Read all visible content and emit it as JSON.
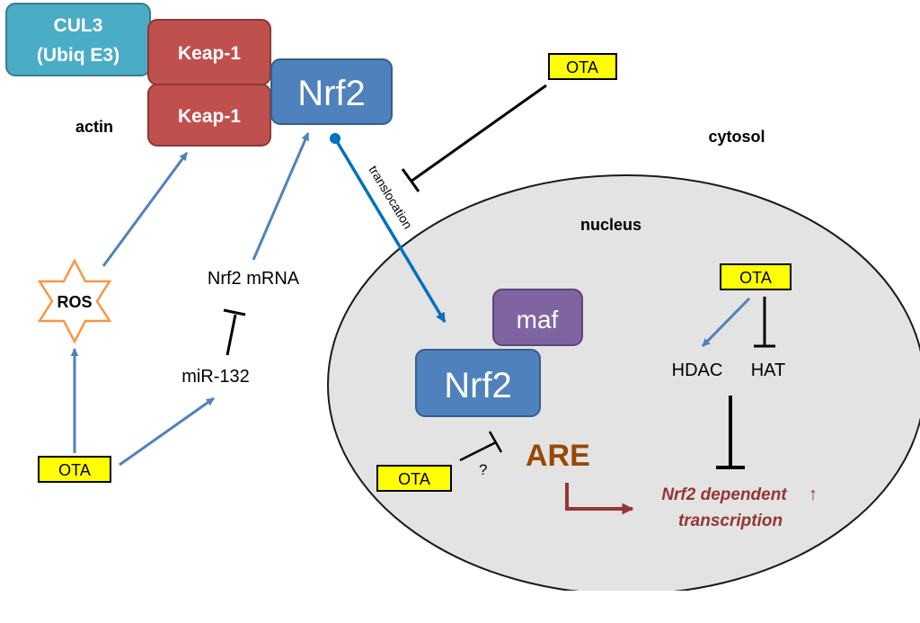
{
  "complexes": {
    "cul3_line1": "CUL3",
    "cul3_line2": "(Ubiq E3)",
    "keap1_top": "Keap-1",
    "keap1_bottom": "Keap-1",
    "nrf2_cytosol": "Nrf2"
  },
  "labels": {
    "actin": "actin",
    "cytosol": "cytosol",
    "nucleus": "nucleus",
    "translocation": "translocation",
    "ros": "ROS",
    "nrf2_mrna": "Nrf2 mRNA",
    "mir132": "miR-132"
  },
  "ota_badges": {
    "top": "OTA",
    "bottom_left": "OTA",
    "nucleus_right": "OTA",
    "nucleus_left": "OTA"
  },
  "nucleus": {
    "maf": "maf",
    "nrf2": "Nrf2",
    "are": "ARE",
    "hdac": "HDAC",
    "hat": "HAT",
    "question_mark": "?",
    "transcription_line1": "Nrf2 dependent",
    "transcription_arrow": "↑",
    "transcription_line2": "transcription"
  },
  "colors": {
    "cul3": "#4bacc6",
    "keap1": "#c0504d",
    "nrf2": "#4f81bd",
    "maf": "#8064a2",
    "ota_fill": "#ffff00",
    "ros_stroke": "#f79646",
    "arrow_blue": "#4f81bd",
    "translocation_arrow": "#0070c0",
    "nucleus_fill": "#e3e3e3",
    "are_text": "#984806",
    "transcription_text": "#943634"
  }
}
